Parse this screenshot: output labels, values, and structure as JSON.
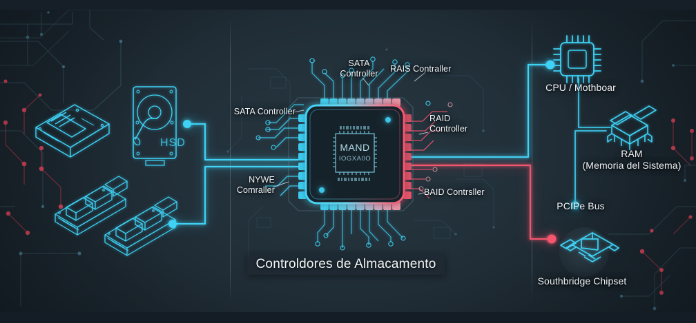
{
  "diagram": {
    "title": "Controldores de Almacamento",
    "center_chip": {
      "die_line1": "MAND",
      "die_line2": "IOGXA0O"
    },
    "storage_devices": [
      {
        "name": "ssd-isometric",
        "label": ""
      },
      {
        "name": "hdd-drive",
        "label": "HSD"
      },
      {
        "name": "m2-module-upper",
        "label": ""
      },
      {
        "name": "m2-module-lower",
        "label": ""
      }
    ],
    "controller_labels": [
      {
        "id": "sata-top",
        "text": "SATA\nController"
      },
      {
        "id": "rais-top",
        "text": "RAIS Contraller"
      },
      {
        "id": "sata-left",
        "text": "SATA Controller"
      },
      {
        "id": "nvwe-left",
        "text": "NYWE\nComraller"
      },
      {
        "id": "raid-right",
        "text": "RAID\nController"
      },
      {
        "id": "baid-right",
        "text": "BAID Contrsller"
      }
    ],
    "right_nodes": [
      {
        "id": "cpu",
        "label": "CPU / Mothboar"
      },
      {
        "id": "ram",
        "label": "RAM\n(Memoria del Sistema)"
      },
      {
        "id": "pcie",
        "label": "PCIPe Bus"
      },
      {
        "id": "southbridge",
        "label": "Southbridge Chipset"
      }
    ],
    "colors": {
      "background": "#1e2a33",
      "accent_cyan": "#3fd2f5",
      "accent_pink": "#f5566e",
      "text": "#eef3f6",
      "banner": "#1e2932"
    }
  }
}
